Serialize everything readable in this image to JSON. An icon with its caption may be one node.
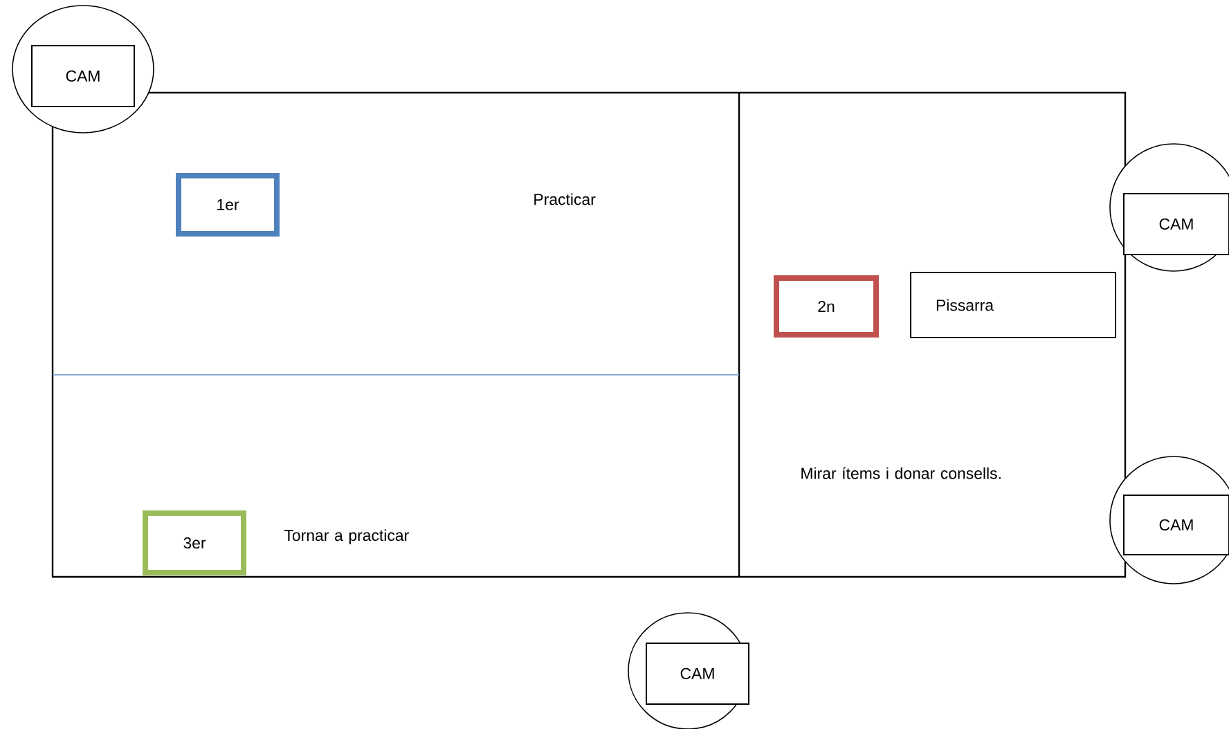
{
  "diagram": {
    "nodes": [
      {
        "text": [
          "CAM"
        ]
      },
      {
        "text": [
          "1er"
        ]
      },
      {
        "text": [
          "CAM"
        ]
      },
      {
        "text": [
          "2n"
        ]
      },
      {
        "text": [
          "Pissarra"
        ]
      },
      {
        "text": [
          "CAM"
        ]
      },
      {
        "text": [
          "3er"
        ]
      },
      {
        "text": [
          "CAM"
        ]
      }
    ],
    "labels": [
      "Practicar",
      "Mirar ítems i donar consells.",
      "Tornar a practicar"
    ]
  }
}
